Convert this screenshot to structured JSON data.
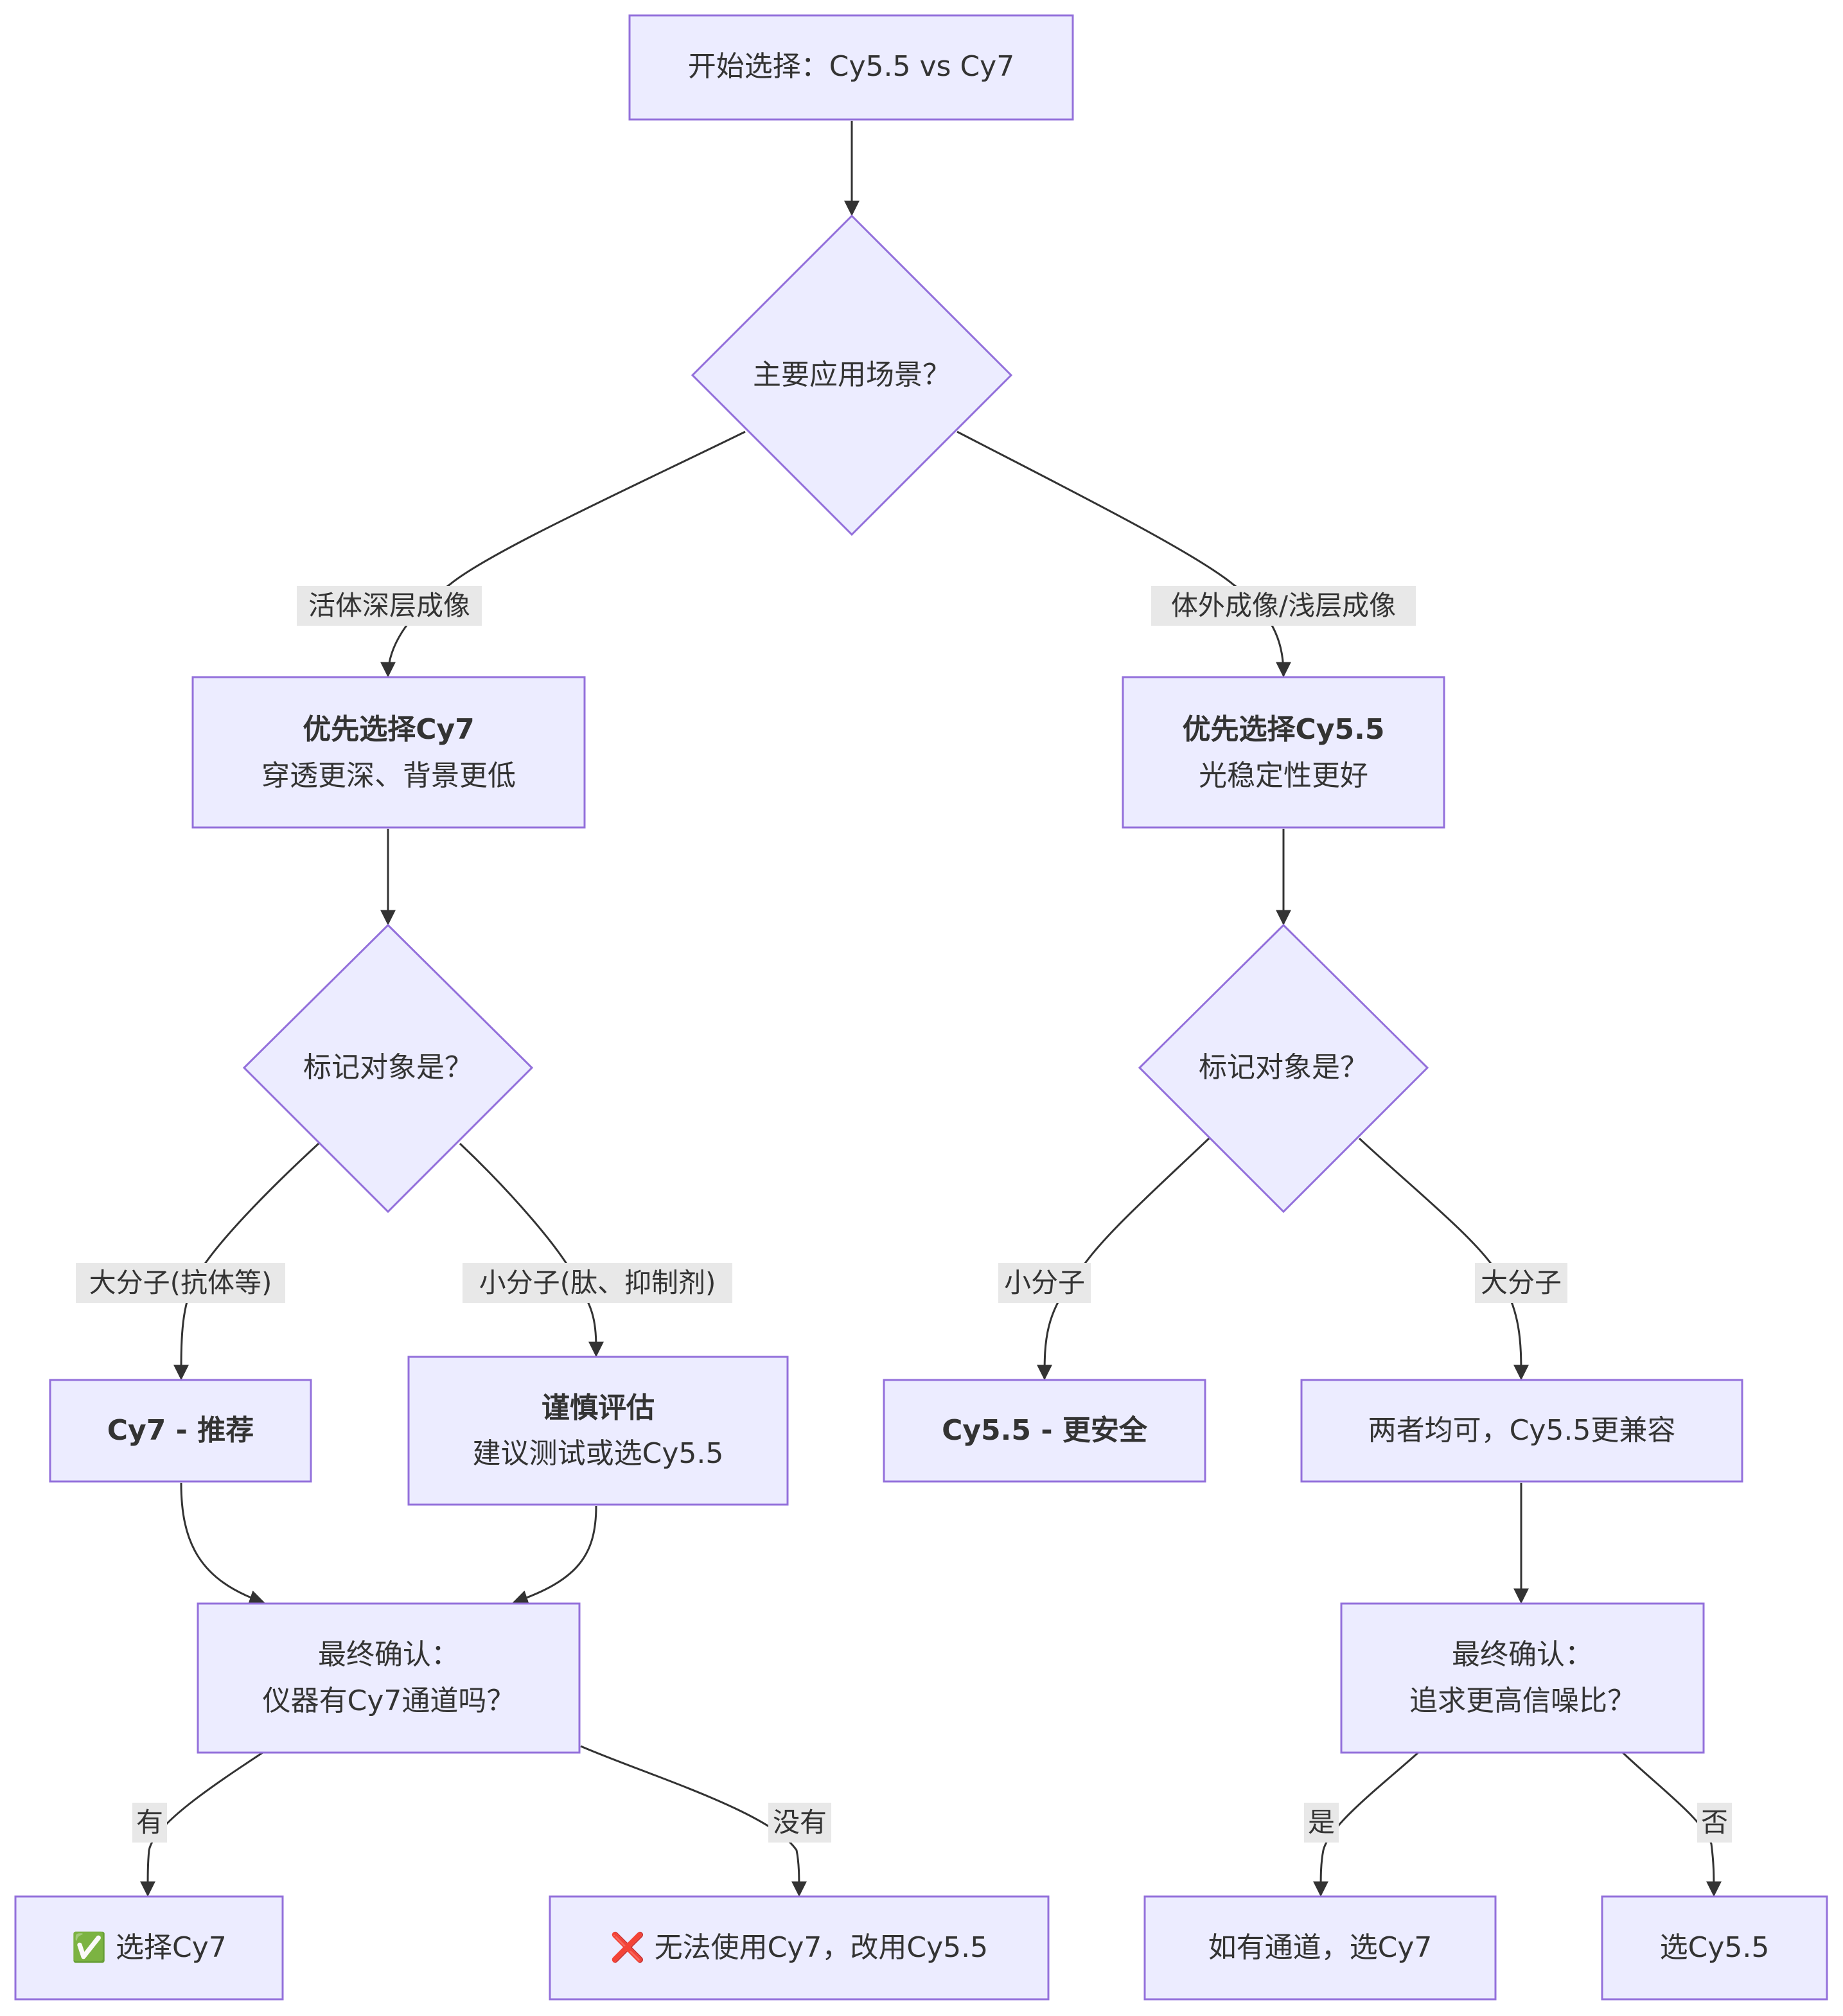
{
  "nodes": {
    "start": "开始选择：Cy5.5 vs Cy7",
    "scene": "主要应用场景？",
    "cy7_pref": {
      "title": "优先选择Cy7",
      "desc": "穿透更深、背景更低"
    },
    "cy55_pref": {
      "title": "优先选择Cy5.5",
      "desc": "光稳定性更好"
    },
    "target_left": "标记对象是？",
    "target_right": "标记对象是？",
    "cy7_rec": "Cy7 - 推荐",
    "careful": {
      "title": "谨慎评估",
      "desc": "建议测试或选Cy5.5"
    },
    "cy55_safe": "Cy5.5 - 更安全",
    "both_ok": "两者均可，Cy5.5更兼容",
    "final_left": {
      "line1": "最终确认：",
      "line2": "仪器有Cy7通道吗？"
    },
    "final_right": {
      "line1": "最终确认：",
      "line2": "追求更高信噪比？"
    },
    "choose_cy7": "✅ 选择Cy7",
    "cannot_cy7": "❌ 无法使用Cy7，改用Cy5.5",
    "if_channel": "如有通道，选Cy7",
    "choose_cy55": "选Cy5.5"
  },
  "edges": {
    "invivo_deep": "活体深层成像",
    "invitro_shallow": "体外成像/浅层成像",
    "large_molecule_ab": "大分子(抗体等)",
    "small_molecule_pep": "小分子(肽、抑制剂)",
    "small_molecule": "小分子",
    "large_molecule": "大分子",
    "has": "有",
    "has_not": "没有",
    "yes": "是",
    "no": "否"
  }
}
